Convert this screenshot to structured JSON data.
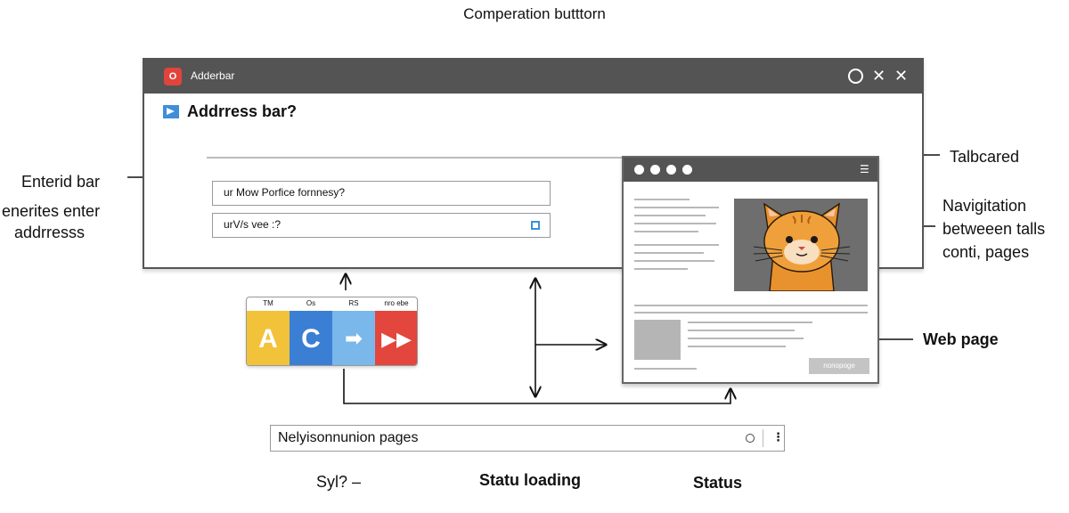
{
  "top_title": "Comperation butttorn",
  "window": {
    "app_icon_letter": "O",
    "title": "Adderbar",
    "control_circle": "",
    "control_x1": "✕",
    "control_x2": "✕",
    "heading": "Addrress bar?",
    "field1_text": "ur Mow Porfice fornnesy?",
    "field2_text": "urV/s vee :?"
  },
  "tabs": [
    {
      "label": "TM",
      "glyph": "A",
      "color": "#f2c23a"
    },
    {
      "label": "Os",
      "glyph": "C",
      "color": "#3b7fd4"
    },
    {
      "label": "RS",
      "glyph": "➡",
      "color": "#7ab7ea"
    },
    {
      "label": "nro ebe",
      "glyph": "▶▶",
      "color": "#e2463c"
    }
  ],
  "browser": {
    "menu_icon": "☰",
    "button_text": "nonopoge"
  },
  "status_bar": {
    "text": "Nelyisonnunion pages",
    "more_icon": "⋮"
  },
  "labels": {
    "entered_bar": "Enterid bar",
    "enter_address_line1": "enerites enter",
    "enter_address_line2": "addrresss",
    "tabbed": "Talbcared",
    "navigation_line1": "Navigitation",
    "navigation_line2": "betweeen talls",
    "navigation_line3": "conti, pages",
    "webpage": "Web page",
    "bottom_left": "Syl?  –",
    "bottom_middle": "Statu  loading",
    "bottom_right": "Status"
  },
  "colors": {
    "titlebar": "#545454",
    "accent_red": "#e0443c",
    "accent_blue": "#3d8fd8"
  }
}
